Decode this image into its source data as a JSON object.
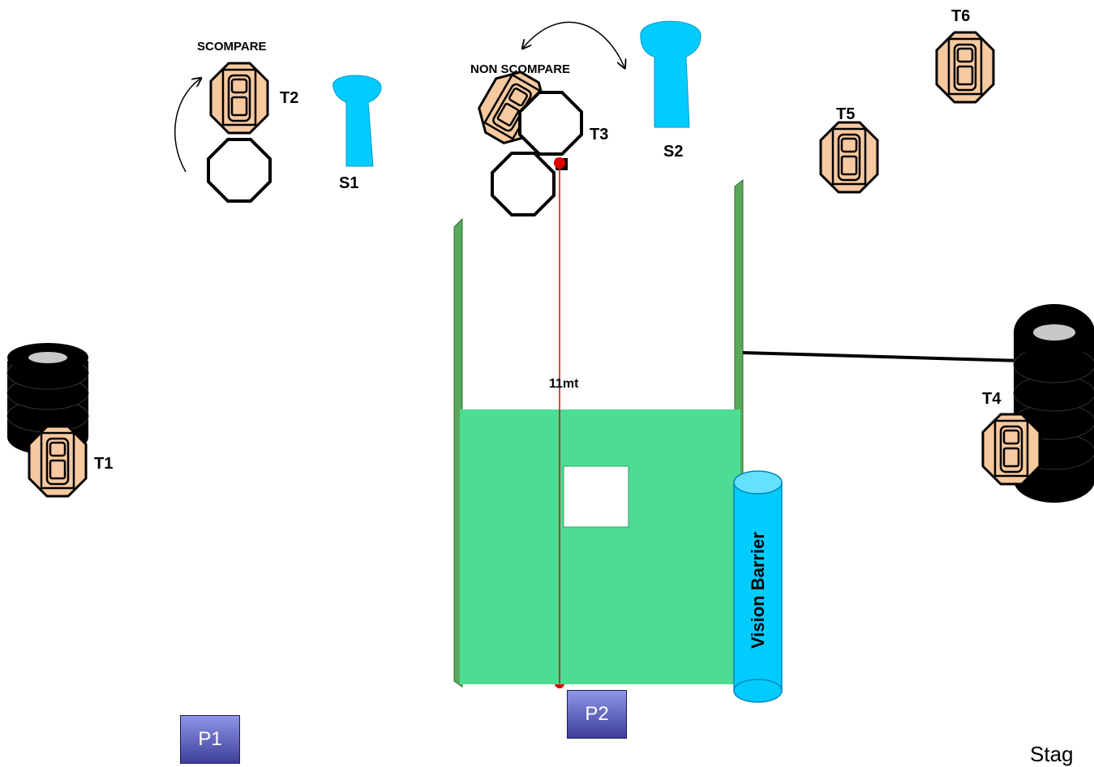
{
  "targets": {
    "t1": "T1",
    "t2": "T2",
    "t3": "T3",
    "t4": "T4",
    "t5": "T5",
    "t6": "T6"
  },
  "steel": {
    "s1": "S1",
    "s2": "S2"
  },
  "annotations": {
    "scompare": "SCOMPARE",
    "non_scompare": "NON SCOMPARE",
    "distance": "11mt",
    "vision_barrier": "Vision Barrier"
  },
  "positions": {
    "p1": "P1",
    "p2": "P2"
  },
  "footer": {
    "stage": "Stag"
  },
  "colors": {
    "target_fill": "#f7c9a0",
    "steel_fill": "#00ccff",
    "wall_fill": "#4cdc94",
    "wall_side": "#5aa85a",
    "barrier_fill": "#00ccff",
    "shooting_line": "#e00000"
  }
}
